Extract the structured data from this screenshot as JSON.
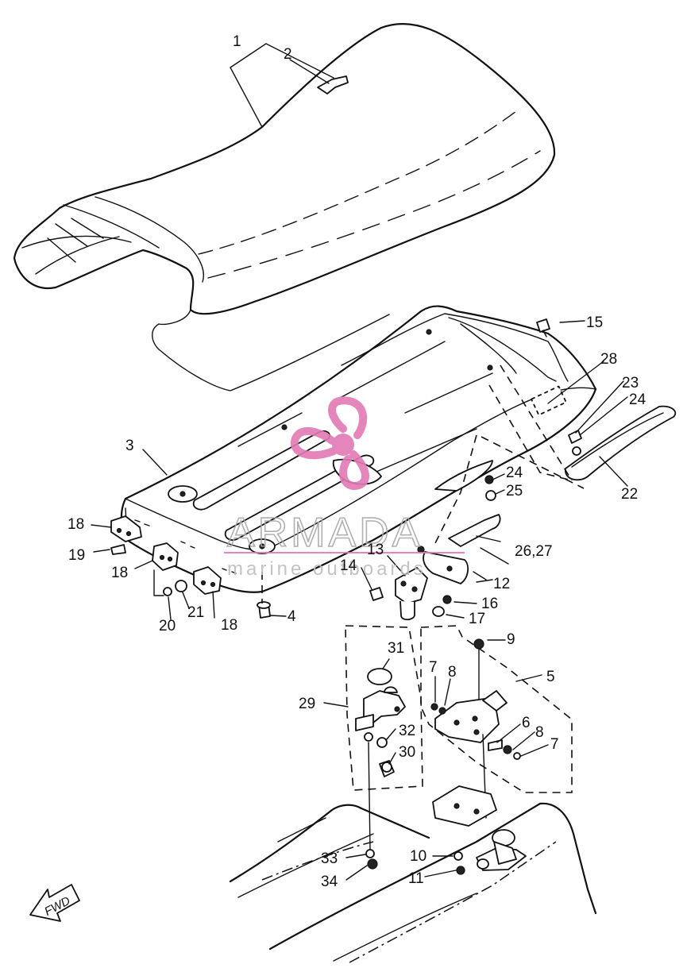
{
  "watermark": {
    "brand": "ARMADA",
    "tagline": "marine outboards",
    "logo_icon": "propeller-logo-icon",
    "logo_color": "#e27ab4",
    "line_color": "#e27ab4"
  },
  "fwd_marker": {
    "text": "FWD",
    "icon": "fwd-arrow-icon"
  },
  "callouts": [
    {
      "id": "c1",
      "text": "1"
    },
    {
      "id": "c2",
      "text": "2"
    },
    {
      "id": "c3",
      "text": "3"
    },
    {
      "id": "c4",
      "text": "4"
    },
    {
      "id": "c5",
      "text": "5"
    },
    {
      "id": "c6",
      "text": "6"
    },
    {
      "id": "c7a",
      "text": "7"
    },
    {
      "id": "c7b",
      "text": "7"
    },
    {
      "id": "c8a",
      "text": "8"
    },
    {
      "id": "c8b",
      "text": "8"
    },
    {
      "id": "c9",
      "text": "9"
    },
    {
      "id": "c10",
      "text": "10"
    },
    {
      "id": "c11",
      "text": "11"
    },
    {
      "id": "c12",
      "text": "12"
    },
    {
      "id": "c13",
      "text": "13"
    },
    {
      "id": "c14",
      "text": "14"
    },
    {
      "id": "c15",
      "text": "15"
    },
    {
      "id": "c16",
      "text": "16"
    },
    {
      "id": "c17",
      "text": "17"
    },
    {
      "id": "c18a",
      "text": "18"
    },
    {
      "id": "c18b",
      "text": "18"
    },
    {
      "id": "c18c",
      "text": "18"
    },
    {
      "id": "c19",
      "text": "19"
    },
    {
      "id": "c20",
      "text": "20"
    },
    {
      "id": "c21",
      "text": "21"
    },
    {
      "id": "c22",
      "text": "22"
    },
    {
      "id": "c23",
      "text": "23"
    },
    {
      "id": "c24a",
      "text": "24"
    },
    {
      "id": "c24b",
      "text": "24"
    },
    {
      "id": "c25",
      "text": "25"
    },
    {
      "id": "c2627",
      "text": "26,27"
    },
    {
      "id": "c28",
      "text": "28"
    },
    {
      "id": "c29",
      "text": "29"
    },
    {
      "id": "c30",
      "text": "30"
    },
    {
      "id": "c31",
      "text": "31"
    },
    {
      "id": "c32",
      "text": "32"
    },
    {
      "id": "c33",
      "text": "33"
    },
    {
      "id": "c34",
      "text": "34"
    }
  ]
}
